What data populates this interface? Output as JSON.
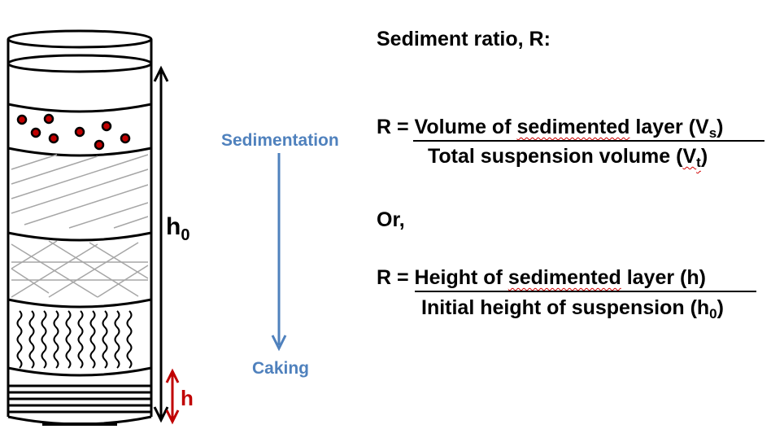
{
  "diagram": {
    "labels": {
      "h0_main": "h",
      "h0_sub": "0",
      "h": "h",
      "sedimentation": "Sedimentation",
      "caking": "Caking"
    },
    "colors": {
      "outline": "#000000",
      "particle_fill": "#c00000",
      "hatch": "#a6a6a6",
      "process_arrow": "#4f81bd",
      "h_arrow": "#c00000"
    }
  },
  "formula": {
    "heading": "Sediment ratio, R:",
    "eq1": {
      "prefix": "R = ",
      "num_text": "Volume of ",
      "num_word": "sedimented",
      "num_tail": " layer (V",
      "num_sub": "s",
      "num_close": ")",
      "den_text": "Total suspension volume (",
      "den_var": "V",
      "den_sub": "t",
      "den_close": ")"
    },
    "or_text": "Or,",
    "eq2": {
      "prefix": "R = ",
      "num_text": " Height of ",
      "num_word": "sedimented",
      "num_tail": " layer (h)",
      "den_text": "Initial height of suspension (h",
      "den_sub": "0",
      "den_close": ")"
    }
  }
}
